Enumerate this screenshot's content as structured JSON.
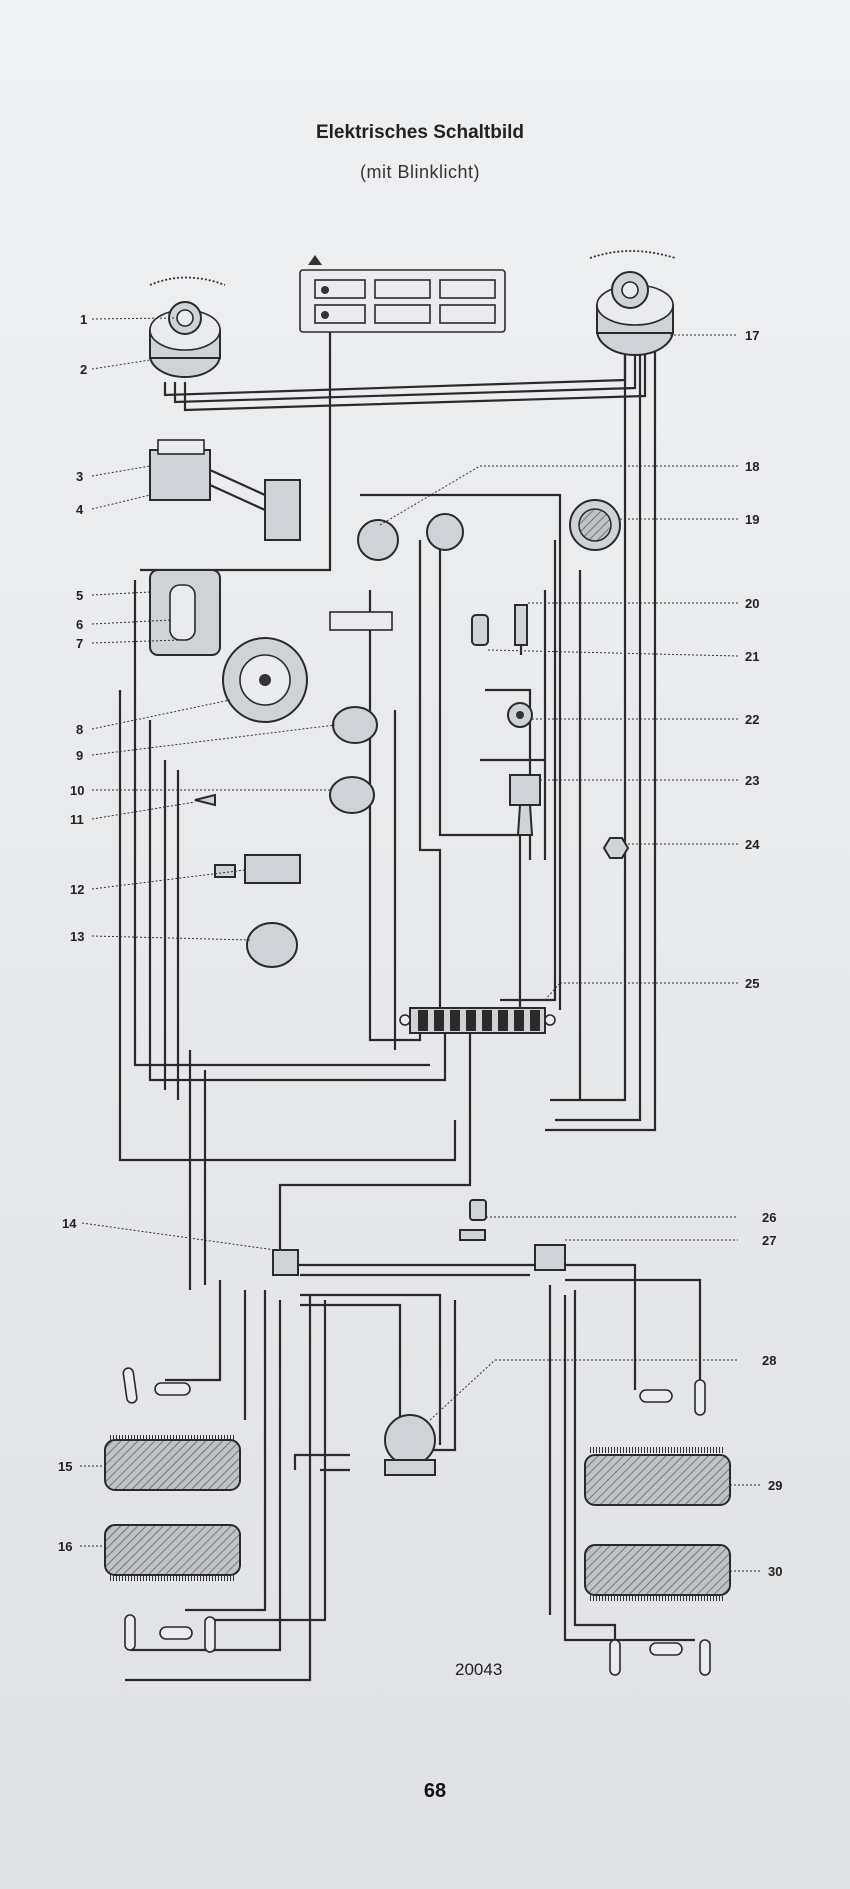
{
  "page": {
    "title": "Elektrisches Schaltbild",
    "subtitle": "(mit Blinklicht)",
    "drawing_number": "20043",
    "page_number": "68"
  },
  "callouts": {
    "left": [
      "1",
      "2",
      "3",
      "4",
      "5",
      "6",
      "7",
      "8",
      "9",
      "10",
      "11",
      "12",
      "13",
      "14",
      "15",
      "16"
    ],
    "right": [
      "17",
      "18",
      "19",
      "20",
      "21",
      "22",
      "23",
      "24",
      "25",
      "26",
      "27",
      "28",
      "29",
      "30"
    ]
  }
}
